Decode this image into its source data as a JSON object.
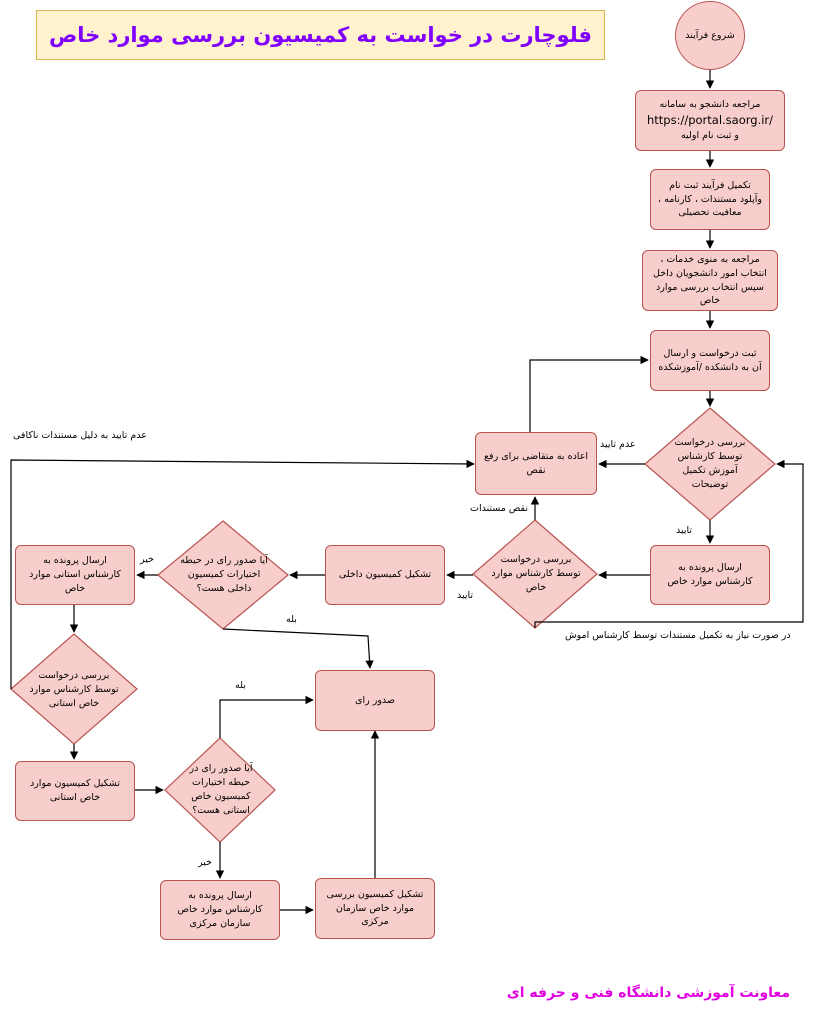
{
  "title": "فلوچارت در خواست به کمیسیون بررسی موارد خاص",
  "nodes": {
    "start": "شروع فرآیند",
    "visit_portal_line1": "مراجعه دانشجو به سامانه",
    "visit_portal_url": "https://portal.saorg.ir/",
    "visit_portal_line3": "و ثبت نام اولیه",
    "complete_registration": "تکمیل فرآیند ثبت نام وآپلود مستندات ، کارنامه ، معافیت تحصیلی",
    "select_service": "مراجعه به منوی خدمات ، انتخاب امور دانشجویان داخل سپس انتخاب بررسی موارد خاص",
    "submit_request": "ثبت درخواست و ارسال آن به دانشکده /آموزشکده",
    "education_review": "بررسی درخواست توسط کارشناس آموزش تکمیل توضیحات",
    "return_applicant": "اعاده به متقاضی برای رفع نقص",
    "send_to_expert": "ارسال پرونده به کارشناس موارد خاص",
    "expert_review": "بررسی درخواست توسط کارشناس موارد خاص",
    "internal_commission": "تشکیل کمیسیون داخلی",
    "internal_authority": "آیا صدور رای در حیطه اختیارات کمیسیون داخلی هست؟",
    "send_provincial": "ارسال پرونده به کارشناس استانی موارد خاص",
    "issue_verdict": "صدور رای",
    "provincial_review": "بررسی درخواست توسط کارشناس موارد خاص استانی",
    "provincial_commission": "تشکیل کمیسیون موارد خاص استانی",
    "provincial_authority": "آیا صدور رای در حیطه اختیارات کمیسیون خاص استانی هست؟",
    "send_central": "ارسال پرونده به کارشناس موارد خاص سازمان مرکزی",
    "central_commission": "تشکیل کمیسیون بررسی موارد خاص سازمان مرکزی"
  },
  "edge_labels": {
    "not_approved_incomplete": "عدم تایید به دلیل مستندات ناکافی",
    "not_approved": "عدم تایید",
    "approved_1": "تایید",
    "incomplete_docs": "نقص مستندات",
    "approved_2": "تایید",
    "no_1": "خیر",
    "yes_1": "بله",
    "completion_needed": "در صورت نیاز به تکمیل مستندات توسط کارشناس اموش",
    "yes_2": "بله",
    "no_2": "خیر"
  },
  "footer": "معاونت آموزشی دانشگاه فنی و حرفه ای",
  "colors": {
    "node_fill": "#f8cecc",
    "node_stroke": "#b85450",
    "title_fill": "#fff2cc",
    "title_text": "#7f00ff",
    "footer_text": "#e000e0"
  }
}
